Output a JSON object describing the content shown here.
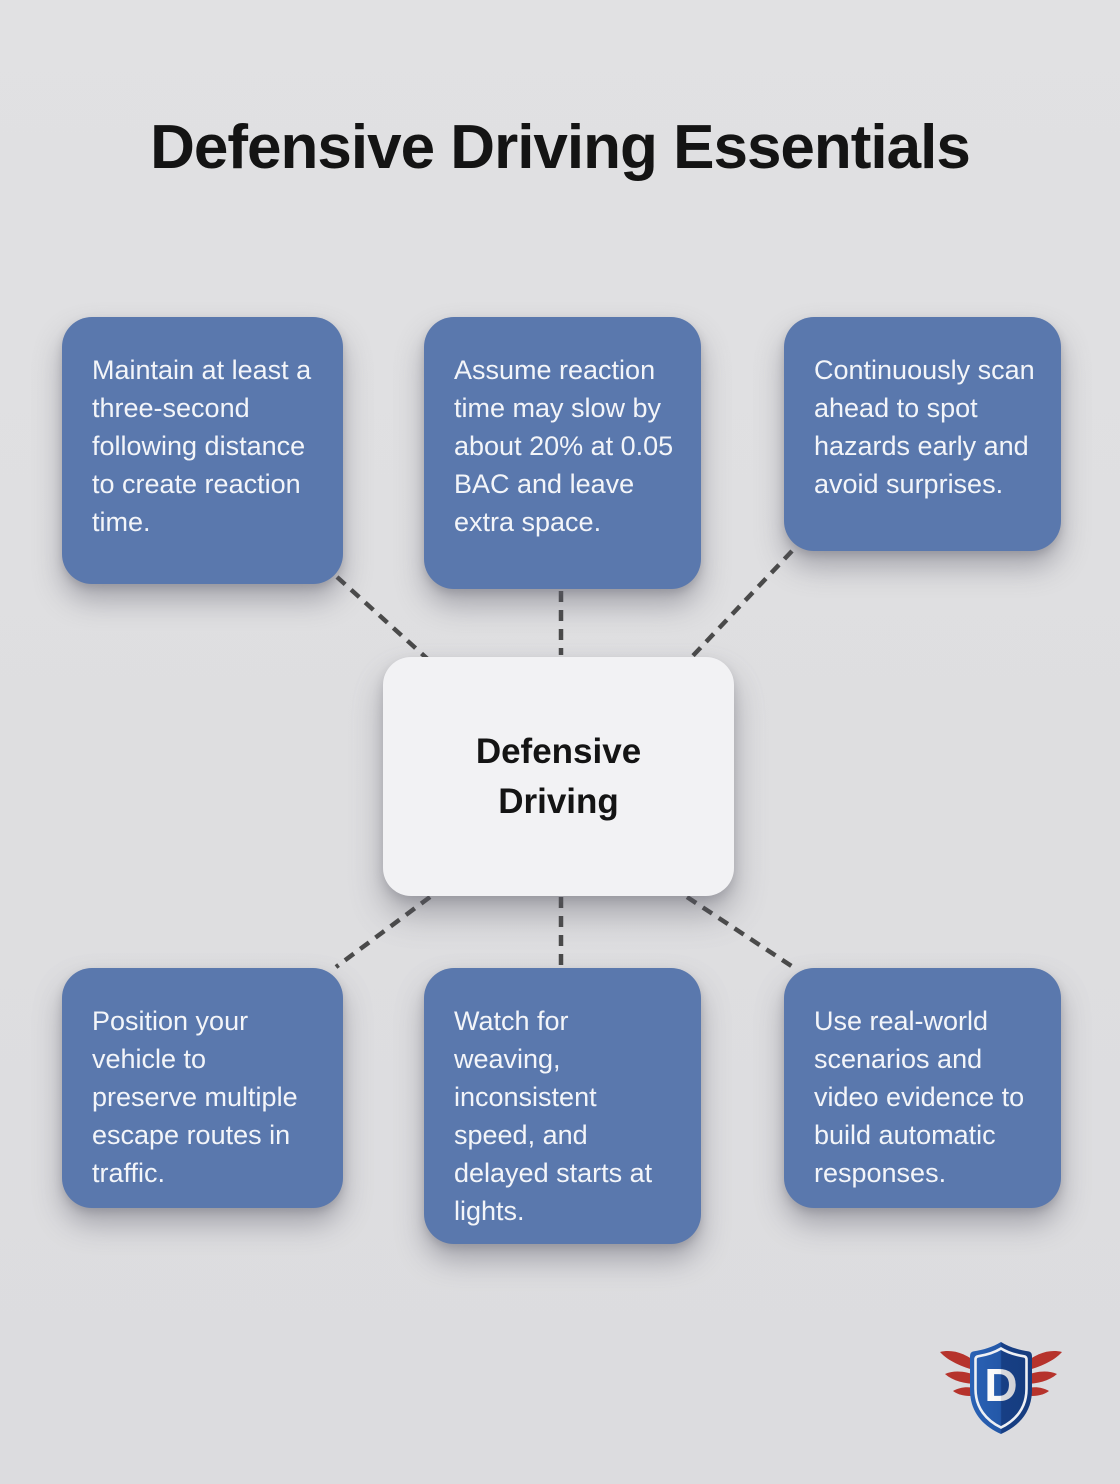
{
  "page": {
    "title": "Defensive Driving Essentials"
  },
  "center": {
    "label": "Defensive Driving"
  },
  "boxes": [
    {
      "position": "top-left",
      "text": "Maintain at least a three-second following distance to create reaction time."
    },
    {
      "position": "top-middle",
      "text": "Assume reaction time may slow by about 20% at 0.05 BAC and leave extra space."
    },
    {
      "position": "top-right",
      "text": "Continuously scan ahead to spot hazards early and avoid surprises."
    },
    {
      "position": "bottom-left",
      "text": "Position your vehicle to preserve multiple escape routes in traffic."
    },
    {
      "position": "bottom-middle",
      "text": "Watch for weaving, inconsistent speed, and delayed starts at lights."
    },
    {
      "position": "bottom-right",
      "text": "Use real-world scenarios and video evidence to build automatic responses."
    }
  ],
  "logo": {
    "letter": "D"
  },
  "colors": {
    "background": "#dfdfe1",
    "tip_box": "#5a78ad",
    "tip_text": "#f3f5f9",
    "center_box": "#f2f2f4",
    "center_text": "#141414",
    "title_text": "#141414",
    "connector": "#4a4a4a",
    "logo_blue_light": "#2a62b5",
    "logo_blue_dark": "#173f85",
    "logo_red": "#b6332c",
    "logo_letter": "#f2f2f2"
  }
}
